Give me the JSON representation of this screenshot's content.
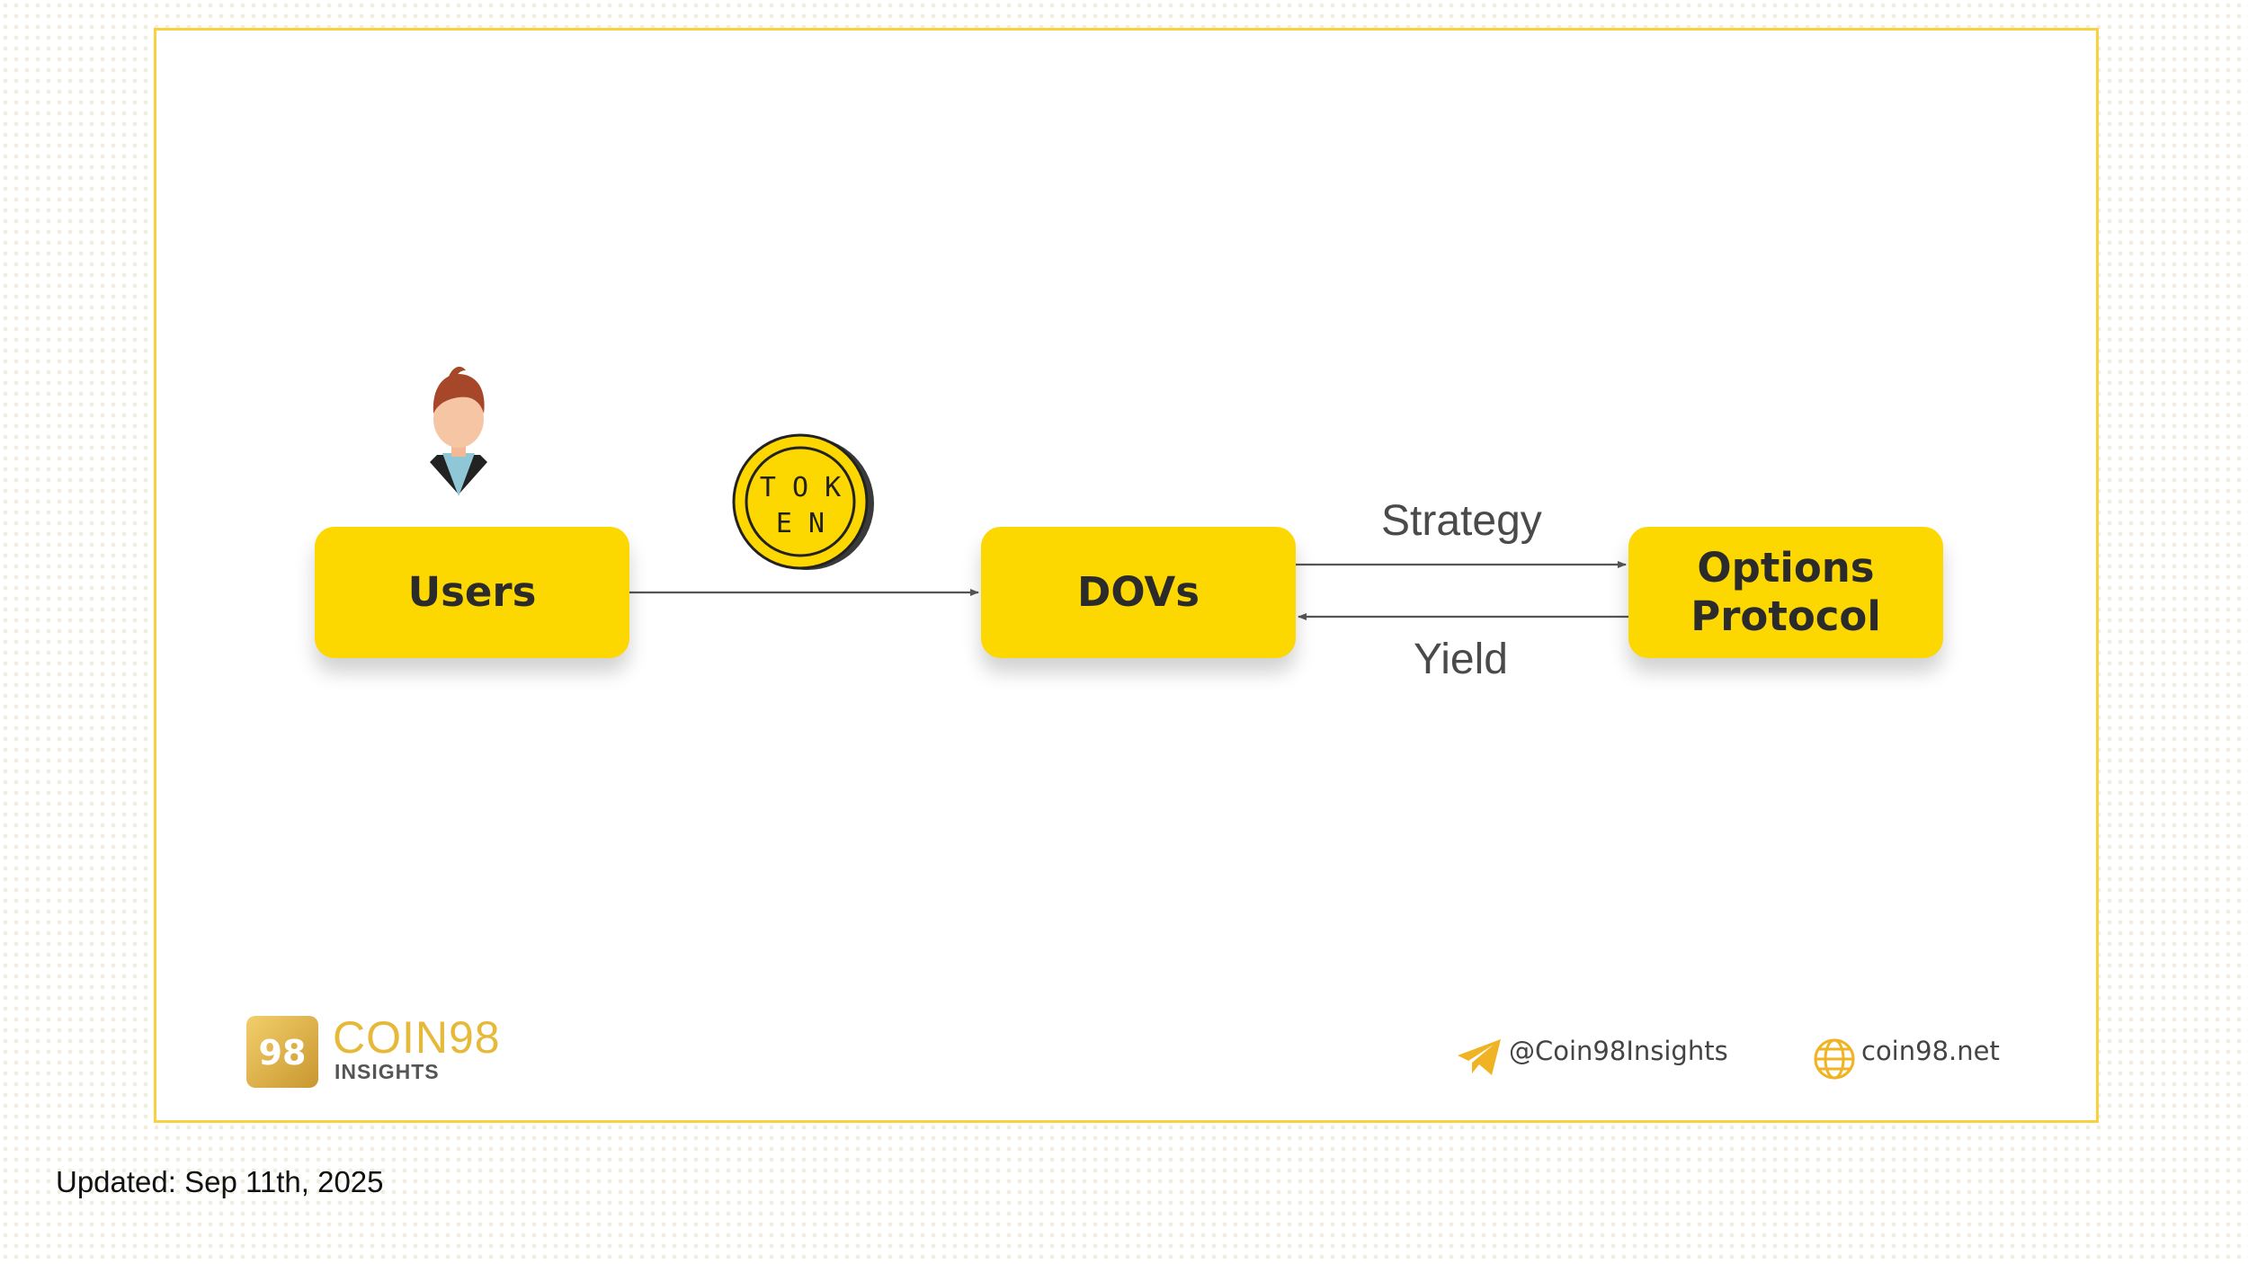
{
  "diagram": {
    "nodes": [
      {
        "id": "users",
        "label": "Users"
      },
      {
        "id": "dovs",
        "label": "DOVs"
      },
      {
        "id": "options",
        "label": "Options\nProtocol"
      }
    ],
    "edges": [
      {
        "from": "users",
        "to": "dovs",
        "label": ""
      },
      {
        "from": "dovs",
        "to": "options",
        "label": "Strategy"
      },
      {
        "from": "options",
        "to": "dovs",
        "label": "Yield"
      }
    ],
    "token_coin": {
      "letters_top": "T O K",
      "letters_bottom": "E N",
      "color": "#fdd700"
    }
  },
  "branding": {
    "logo_mark": "98",
    "name": "COIN98",
    "subtitle": "INSIGHTS",
    "social_handle": "@Coin98Insights",
    "website": "coin98.net"
  },
  "icons": {
    "user": "user-avatar-icon",
    "token": "token-coin-icon",
    "telegram": "telegram-icon",
    "globe": "globe-icon"
  },
  "colors": {
    "node_fill": "#fdd700",
    "border": "#f7d23e",
    "brand": "#e6b93a"
  },
  "footer": {
    "updated": "Updated: Sep 11th, 2025"
  }
}
